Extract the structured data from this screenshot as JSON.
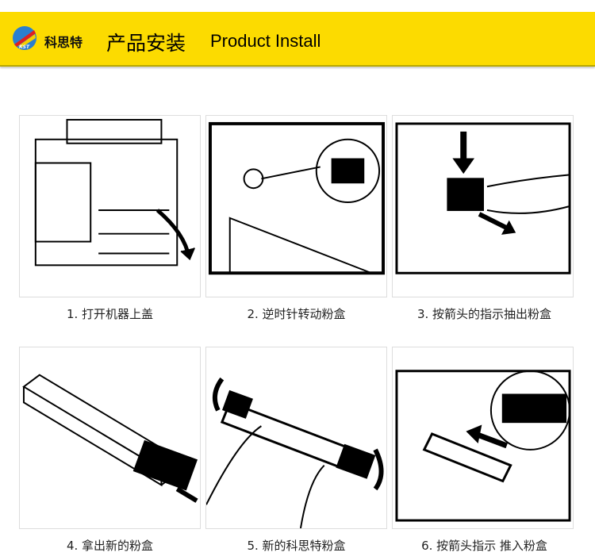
{
  "header": {
    "brand": "科思特",
    "logo_text": "KST",
    "title_cn": "产品安装",
    "title_en": "Product Install",
    "background": "#fcdb00"
  },
  "steps": [
    {
      "caption": "1. 打开机器上盖"
    },
    {
      "caption": "2. 逆时针转动粉盒"
    },
    {
      "caption": "3. 按箭头的指示抽出粉盒"
    },
    {
      "caption": "4. 拿出新的粉盒"
    },
    {
      "caption": "5. 新的科思特粉盒"
    },
    {
      "caption": "6. 按箭头指示  推入粉盒"
    }
  ]
}
